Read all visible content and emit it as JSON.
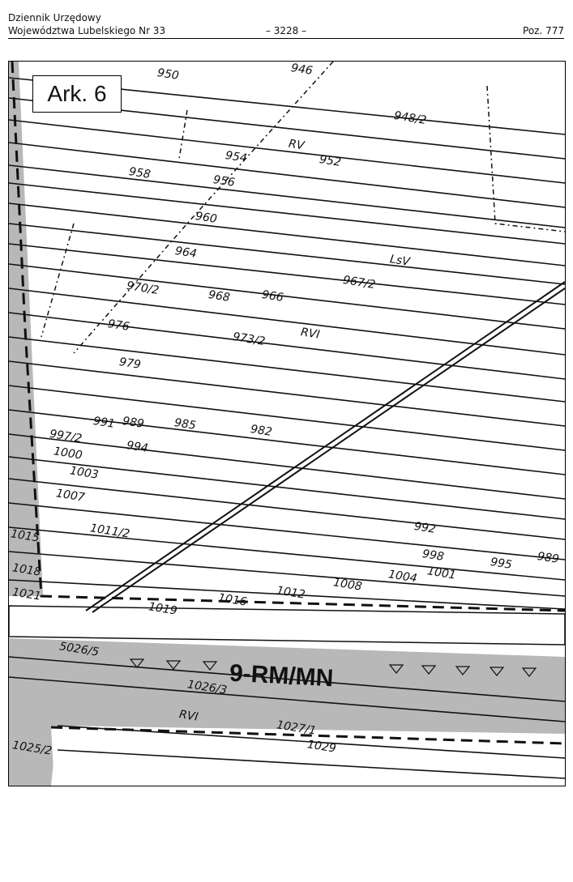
{
  "header": {
    "publication_line1": "Dziennik Urzędowy",
    "publication_line2": "Województwa Lubelskiego Nr 33",
    "page": "– 3228 –",
    "position": "Poz. 777"
  },
  "map": {
    "sheet_label": "Ark. 6",
    "zone_label": "9-RM/MN",
    "zone_fill_color": "#b8b8b8",
    "line_color": "#111111",
    "parcels": [
      {
        "id": "p950",
        "label": "950"
      },
      {
        "id": "p946",
        "label": "946"
      },
      {
        "id": "p948_2",
        "label": "948/2"
      },
      {
        "id": "pRV",
        "label": "RV"
      },
      {
        "id": "p952",
        "label": "952"
      },
      {
        "id": "p954",
        "label": "954"
      },
      {
        "id": "p958",
        "label": "958"
      },
      {
        "id": "p956",
        "label": "956"
      },
      {
        "id": "p960",
        "label": "960"
      },
      {
        "id": "p964",
        "label": "964"
      },
      {
        "id": "pLsV",
        "label": "LsV"
      },
      {
        "id": "p967_2",
        "label": "967/2"
      },
      {
        "id": "p970_2",
        "label": "970/2"
      },
      {
        "id": "p968",
        "label": "968"
      },
      {
        "id": "p966",
        "label": "966"
      },
      {
        "id": "p976",
        "label": "976"
      },
      {
        "id": "p973_2",
        "label": "973/2"
      },
      {
        "id": "pRVI",
        "label": "RVI"
      },
      {
        "id": "p979",
        "label": "979"
      },
      {
        "id": "p991",
        "label": "991"
      },
      {
        "id": "p989",
        "label": "989"
      },
      {
        "id": "p985",
        "label": "985"
      },
      {
        "id": "p982",
        "label": "982"
      },
      {
        "id": "p997_2",
        "label": "997/2"
      },
      {
        "id": "p994",
        "label": "994"
      },
      {
        "id": "p1000",
        "label": "1000"
      },
      {
        "id": "p1003",
        "label": "1003"
      },
      {
        "id": "p1007",
        "label": "1007"
      },
      {
        "id": "p1011_2",
        "label": "1011/2"
      },
      {
        "id": "p1015",
        "label": "1015"
      },
      {
        "id": "p1018",
        "label": "1018"
      },
      {
        "id": "p1021",
        "label": "1021"
      },
      {
        "id": "p1019",
        "label": "1019"
      },
      {
        "id": "p1016",
        "label": "1016"
      },
      {
        "id": "p1012",
        "label": "1012"
      },
      {
        "id": "p1008",
        "label": "1008"
      },
      {
        "id": "p1004",
        "label": "1004"
      },
      {
        "id": "p1001",
        "label": "1001"
      },
      {
        "id": "p998",
        "label": "998"
      },
      {
        "id": "p995",
        "label": "995"
      },
      {
        "id": "p992",
        "label": "992"
      },
      {
        "id": "p989b",
        "label": "989"
      },
      {
        "id": "p5026_5",
        "label": "5026/5"
      },
      {
        "id": "p1026_3",
        "label": "1026/3"
      },
      {
        "id": "pRVI2",
        "label": "RVI"
      },
      {
        "id": "p1027_1",
        "label": "1027/1"
      },
      {
        "id": "p1025_2",
        "label": "1025/2"
      },
      {
        "id": "p1029",
        "label": "1029"
      }
    ]
  }
}
